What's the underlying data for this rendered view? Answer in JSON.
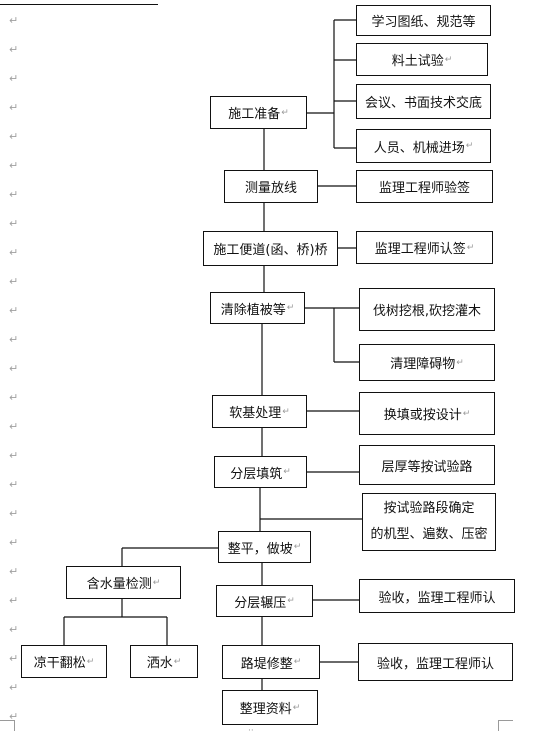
{
  "header_text": "...",
  "para_mark": "↵",
  "page_mark": "··",
  "boxes": {
    "study_drawings": "学习图纸、规范等",
    "material_test": "料土试验",
    "tech_briefing": "会议、书面技术交底",
    "personnel_machinery": "人员、机械进场",
    "construction_prep": "施工准备",
    "survey_layout": "测量放线",
    "supervisor_check": "监理工程师验签",
    "temp_road_bridge": "施工便道(函、桥)桥",
    "supervisor_approve": "监理工程师认签",
    "clear_vegetation": "清除植被等",
    "fell_trees": "伐树挖根,砍挖灌木",
    "clear_obstacles": "清理障碍物",
    "soft_foundation": "软基处理",
    "replace_fill": "换填或按设计",
    "layered_fill": "分层填筑",
    "layer_thickness": "层厚等按试验路",
    "test_section_line1": "按试验路段确定",
    "test_section_line2": "的机型、遍数、压密",
    "level_slope": "整平，做坡",
    "moisture_test": "含水量检测",
    "layered_compaction": "分层辗压",
    "accept_supervisor_1": "验收，监理工程师认",
    "dry_loosen": "凉干翻松",
    "sprinkle": "洒水",
    "embankment_trim": "路堤修整",
    "accept_supervisor_2": "验收，监理工程师认",
    "organize_docs": "整理资料"
  }
}
